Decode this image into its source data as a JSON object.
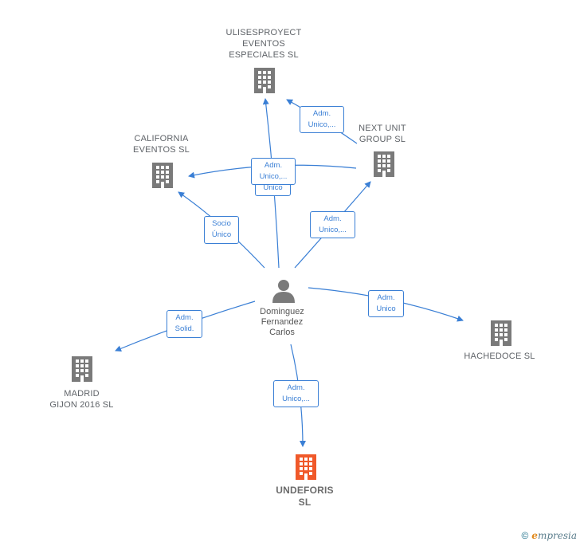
{
  "nodes": {
    "ulisesproyect": {
      "label": "ULISESPROYECT\nEVENTOS\nESPECIALES SL"
    },
    "california": {
      "label": "CALIFORNIA\nEVENTOS SL"
    },
    "nextunit": {
      "label": "NEXT UNIT\nGROUP  SL"
    },
    "hachedoce": {
      "label": "HACHEDOCE SL"
    },
    "madrid": {
      "label": "MADRID\nGIJON 2016  SL"
    },
    "undeforis": {
      "label": "UNDEFORIS\nSL"
    },
    "person": {
      "label": "Dominguez\nFernandez\nCarlos"
    }
  },
  "edges": {
    "ulises": {
      "label": "Adm.\nUnico,..."
    },
    "ulises_under": {
      "label": "Unico"
    },
    "nextunit_to_ulises": {
      "label": "Adm.\nUnico,..."
    },
    "california": {
      "label": "Socio\nÚnico"
    },
    "nextunit": {
      "label": "Adm.\nUnico,..."
    },
    "hachedoce": {
      "label": "Adm.\nUnico"
    },
    "madrid": {
      "label": "Adm.\nSolid."
    },
    "undeforis": {
      "label": "Adm.\nUnico,..."
    }
  },
  "colors": {
    "edge": "#3a7fd5",
    "building": "#7a7a7a",
    "highlight": "#f0592a",
    "person": "#7a7a7a"
  },
  "footer": {
    "copyright": "©",
    "brand": "mpresia",
    "brand_initial": "e"
  }
}
